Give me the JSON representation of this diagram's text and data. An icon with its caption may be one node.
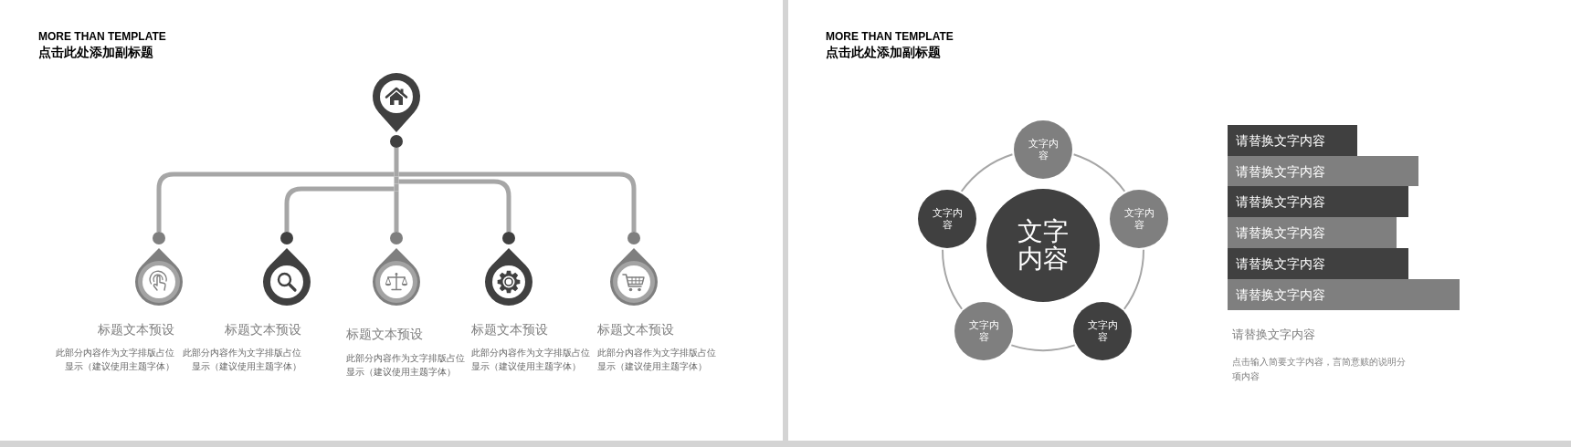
{
  "diagram": {
    "nodes": [
      {
        "text": [],
        "shape": "pin"
      },
      {
        "text": [
          "标题文本预设",
          "此部分内容作为文字排版占位显示（建议使用主题字体）"
        ]
      },
      {
        "text": [
          "标题文本预设",
          "此部分内容作为文字排版占位显示（建议使用主题字体）"
        ]
      },
      {
        "text": [
          "标题文本预设",
          "此部分内容作为文字排版占位显示（建议使用主题字体）"
        ]
      },
      {
        "text": [
          "标题文本预设",
          "此部分内容作为文字排版占位显示（建议使用主题字体）"
        ]
      },
      {
        "text": [
          "标题文本预设",
          "此部分内容作为文字排版占位显示（建议使用主题字体）"
        ]
      },
      {
        "text": [
          "文字内容"
        ]
      },
      {
        "text": [
          "文字内容"
        ]
      },
      {
        "text": [
          "文字内容"
        ]
      },
      {
        "text": [
          "文字内容"
        ]
      },
      {
        "text": [
          "文字内容"
        ]
      },
      {
        "text": [
          "文字内容"
        ]
      },
      {
        "text": [
          "请替换文字内容"
        ]
      },
      {
        "text": [
          "请替换文字内容"
        ]
      },
      {
        "text": [
          "请替换文字内容"
        ]
      },
      {
        "text": [
          "请替换文字内容"
        ]
      },
      {
        "text": [
          "请替换文字内容"
        ]
      },
      {
        "text": [
          "请替换文字内容"
        ]
      }
    ],
    "edges": [
      {
        "from": 0,
        "to": 1,
        "arrow": "none",
        "style": "thick"
      },
      {
        "from": 0,
        "to": 2,
        "arrow": "none",
        "style": "thick"
      },
      {
        "from": 0,
        "to": 3,
        "arrow": "none",
        "style": "thick"
      },
      {
        "from": 0,
        "to": 4,
        "arrow": "none",
        "style": "thick"
      },
      {
        "from": 0,
        "to": 5,
        "arrow": "none",
        "style": "thick"
      },
      {
        "from": 7,
        "to": 8,
        "arrow": "none"
      },
      {
        "from": 8,
        "to": 9,
        "arrow": "none"
      },
      {
        "from": 9,
        "to": 10,
        "arrow": "none"
      },
      {
        "from": 10,
        "to": 11,
        "arrow": "none"
      },
      {
        "from": 11,
        "to": 7,
        "arrow": "none"
      }
    ],
    "labels": [
      "MORE THAN TEMPLATE",
      "点击此处添加副标题",
      "MORE THAN TEMPLATE",
      "点击此处添加副标题",
      "请替换文字内容",
      "点击输入简要文字内容，言简意赅的说明分项内容"
    ]
  }
}
